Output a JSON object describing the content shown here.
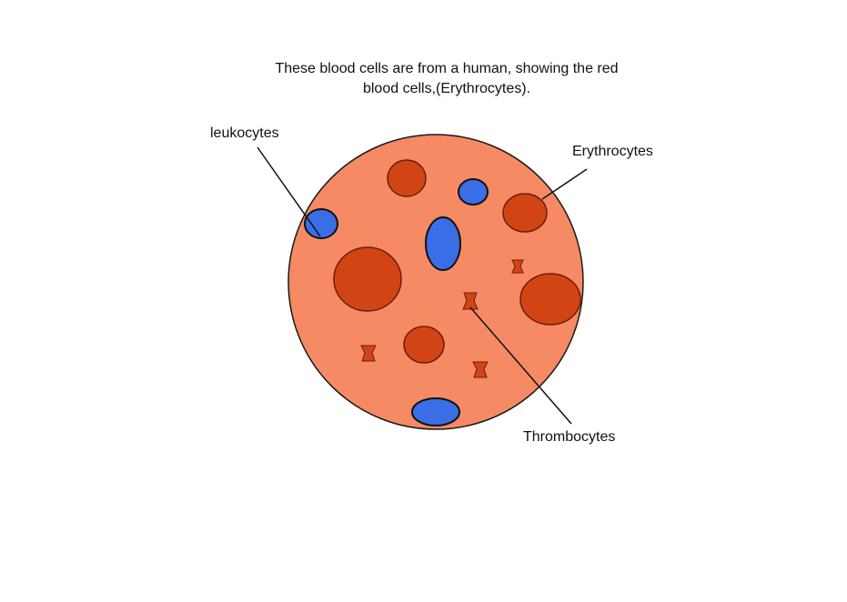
{
  "title": {
    "line1": "These blood cells are from a human, showing the red",
    "line2": "blood cells,(Erythrocytes)."
  },
  "labels": {
    "leukocytes": "leukocytes",
    "erythrocytes": "Erythrocytes",
    "thrombocytes": "Thrombocytes"
  },
  "colors": {
    "plasma": "#f58a64",
    "erythrocyte": "#d24414",
    "leukocyte": "#3a6ee6",
    "thrombocyte": "#d24414",
    "outline": "#1a1a1a"
  }
}
